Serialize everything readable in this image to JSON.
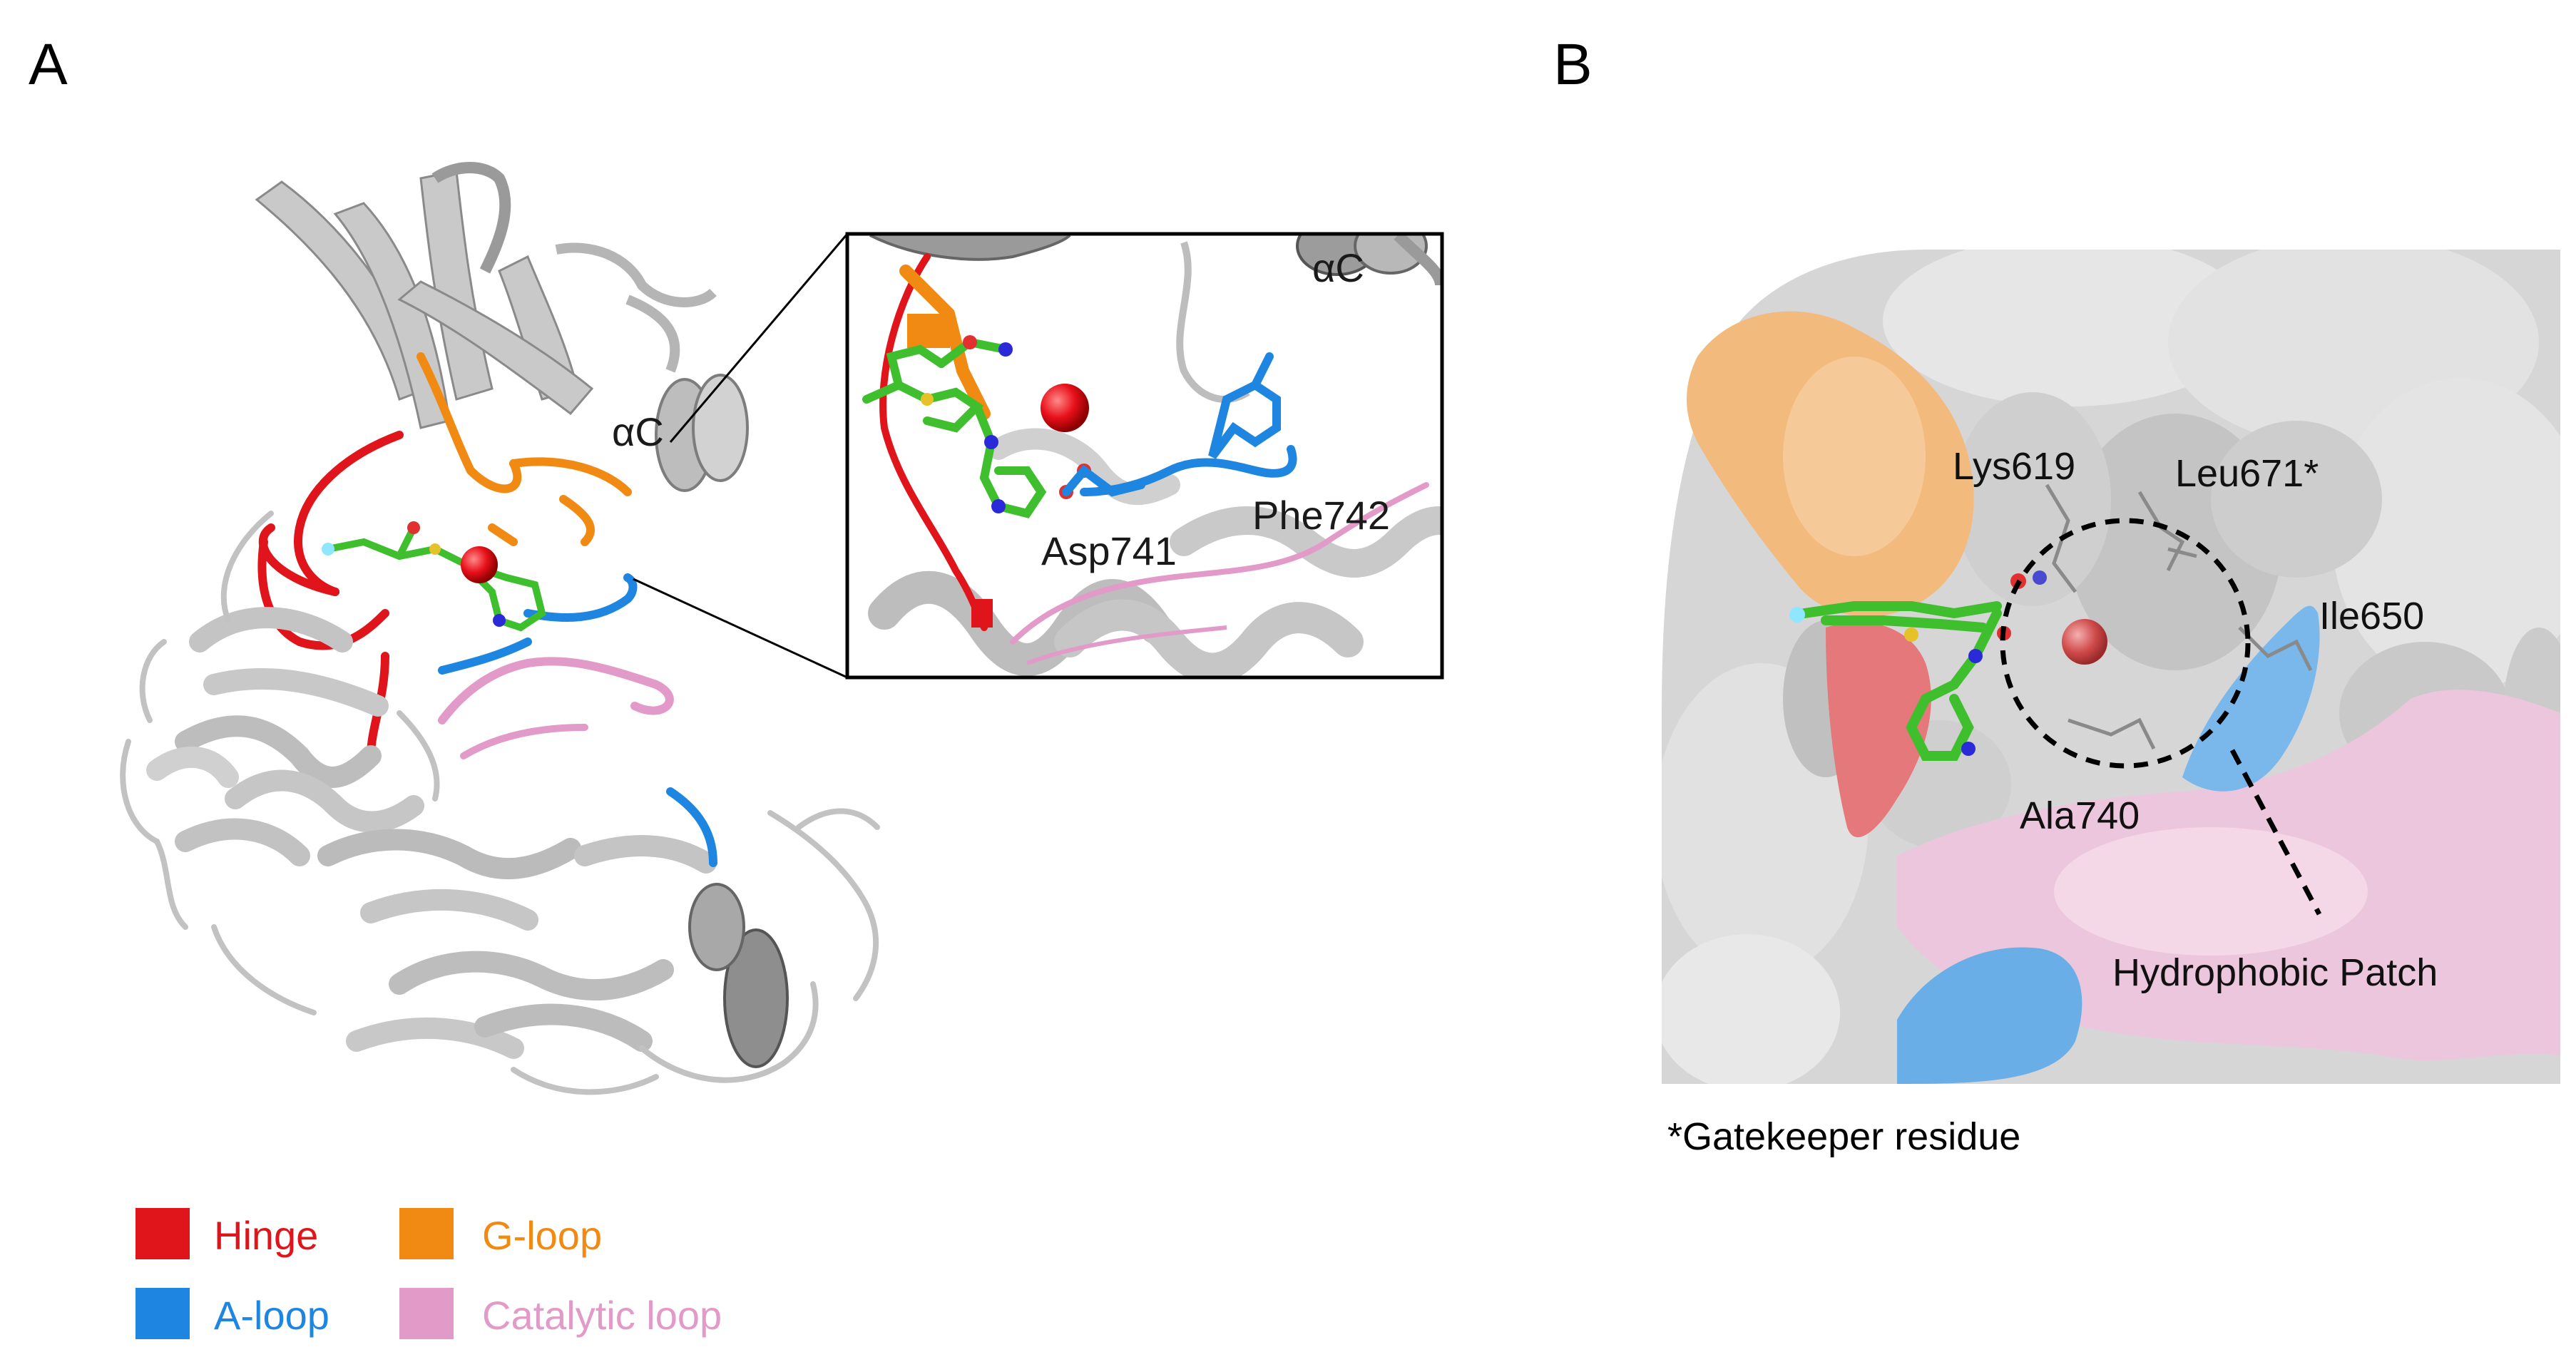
{
  "panels": {
    "a": {
      "letter": "A"
    },
    "b": {
      "letter": "B"
    }
  },
  "panel_a_labels": {
    "alpha_c_main": "αC",
    "alpha_c_inset": "αC",
    "asp741": "Asp741",
    "phe742": "Phe742"
  },
  "panel_b_labels": {
    "lys619": "Lys619",
    "leu671": "Leu671*",
    "ile650": "Ile650",
    "ala740": "Ala740",
    "hydrophobic_patch": "Hydrophobic Patch",
    "footnote": "*Gatekeeper residue"
  },
  "legend": [
    {
      "label": "Hinge",
      "color": "#e0141b"
    },
    {
      "label": "G-loop",
      "color": "#f08a12"
    },
    {
      "label": "A-loop",
      "color": "#1e86e0"
    },
    {
      "label": "Catalytic loop",
      "color": "#e29ac8"
    }
  ],
  "colors": {
    "protein": "#c8c8c8",
    "protein_dark": "#9a9a9a",
    "hinge": "#e0141b",
    "g_loop": "#f08a12",
    "a_loop": "#1e86e0",
    "catalytic_loop": "#e29ac8",
    "ligand": "#4cd13a",
    "water": "#e8101a",
    "surface": "#dcdcdc"
  }
}
